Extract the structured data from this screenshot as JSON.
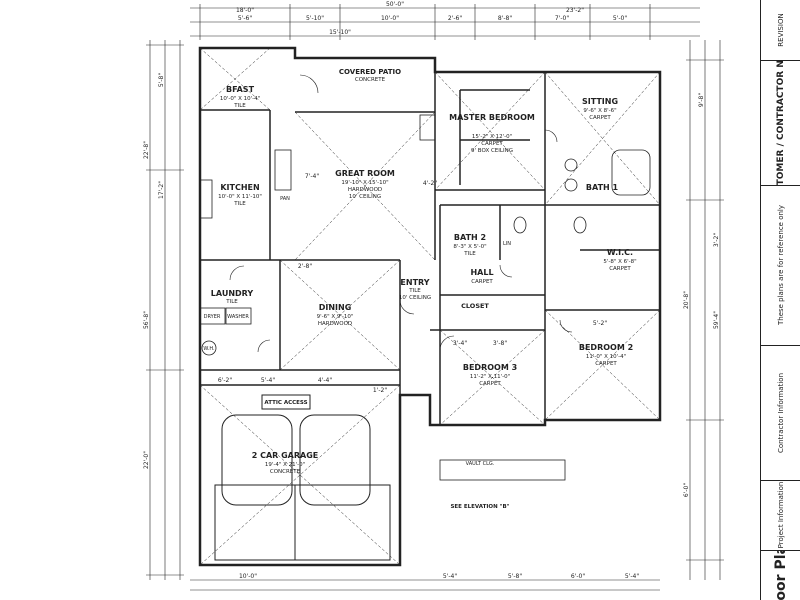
{
  "rooms": {
    "bfast": {
      "name": "BFAST",
      "size": "10'-0\" X 10'-4\"",
      "finish": "TILE"
    },
    "kitchen": {
      "name": "KITCHEN",
      "size": "10'-0\" X 11'-10\"",
      "finish": "TILE"
    },
    "great_room": {
      "name": "GREAT ROOM",
      "size": "19'-10\" X 15'-10\"",
      "finish": "HARDWOOD",
      "ceiling": "10' CEILING"
    },
    "covered_patio": {
      "name": "COVERED PATIO",
      "finish": "CONCRETE"
    },
    "master_bedroom": {
      "name": "MASTER BEDROOM",
      "size": "15'-2\" X 12'-0\"",
      "finish": "CARPET",
      "ceiling": "9' BOX CEILING"
    },
    "sitting": {
      "name": "SITTING",
      "size": "9'-6\" X 8'-6\"",
      "finish": "CARPET"
    },
    "bath1": {
      "name": "BATH 1"
    },
    "bath2": {
      "name": "BATH 2",
      "size": "8'-3\" X 5'-0\"",
      "finish": "TILE"
    },
    "wic": {
      "name": "W.I.C.",
      "size": "5'-8\" X 6'-8\"",
      "finish": "CARPET"
    },
    "hall": {
      "name": "HALL",
      "finish": "CARPET"
    },
    "entry": {
      "name": "ENTRY",
      "finish": "TILE",
      "ceiling": "10' CEILING"
    },
    "closet": {
      "name": "CLOSET"
    },
    "dining": {
      "name": "DINING",
      "size": "9'-6\" X 9'-10\"",
      "finish": "HARDWOOD"
    },
    "laundry": {
      "name": "LAUNDRY",
      "finish": "TILE"
    },
    "bedroom2": {
      "name": "BEDROOM 2",
      "size": "11'-0\" X 10'-4\"",
      "finish": "CARPET"
    },
    "bedroom3": {
      "name": "BEDROOM 3",
      "size": "11'-2\" X 11'-0\"",
      "finish": "CARPET"
    },
    "garage": {
      "name": "2 CAR GARAGE",
      "size": "19'-4\" X 21'-0\"",
      "finish": "CONCRETE"
    },
    "attic": {
      "name": "ATTIC ACCESS"
    }
  },
  "labels": {
    "dryer": "DRYER",
    "washer": "WASHER",
    "wh": "W.H.",
    "vault": "VAULT CLG.",
    "see_elevation": "SEE ELEVATION \"B\"",
    "linen": "LIN",
    "pantry": "PAN"
  },
  "dims": {
    "overall_width": "50'-0\"",
    "top_row": [
      "5'-6\"",
      "5'-10\"",
      "10'-0\"",
      "2'-6\"",
      "8'-8\"",
      "7'-0\"",
      "5'-0\""
    ],
    "top_mid": [
      "18'-0\"",
      "15'-10\"",
      "23'-2\""
    ],
    "left": [
      "5'-8\"",
      "22'-8\"",
      "17'-2\"",
      "56'-8\"",
      "22'-0\""
    ],
    "right": [
      "9'-8\"",
      "3'-2\"",
      "20'-8\"",
      "59'-4\"",
      "6'-0\""
    ],
    "bottom": [
      "10'-0\"",
      "5'-4\"",
      "5'-8\"",
      "6'-0\"",
      "5'-4\""
    ],
    "misc": [
      "6'-2\"",
      "5'-4\"",
      "4'-4\"",
      "3'-4\"",
      "2'-8\"",
      "4'-2\"",
      "3'-8\"",
      "5'-2\"",
      "7'-4\"",
      "1'-2\""
    ]
  },
  "title_block": {
    "rev": "REVISION",
    "customer_note": "CUSTOMER / CONTRACTOR NOTE",
    "note_text": "These plans are for reference only",
    "contractor_info": "Contractor Information",
    "project_info": "Project Information",
    "sheet": "Floor Plan"
  }
}
